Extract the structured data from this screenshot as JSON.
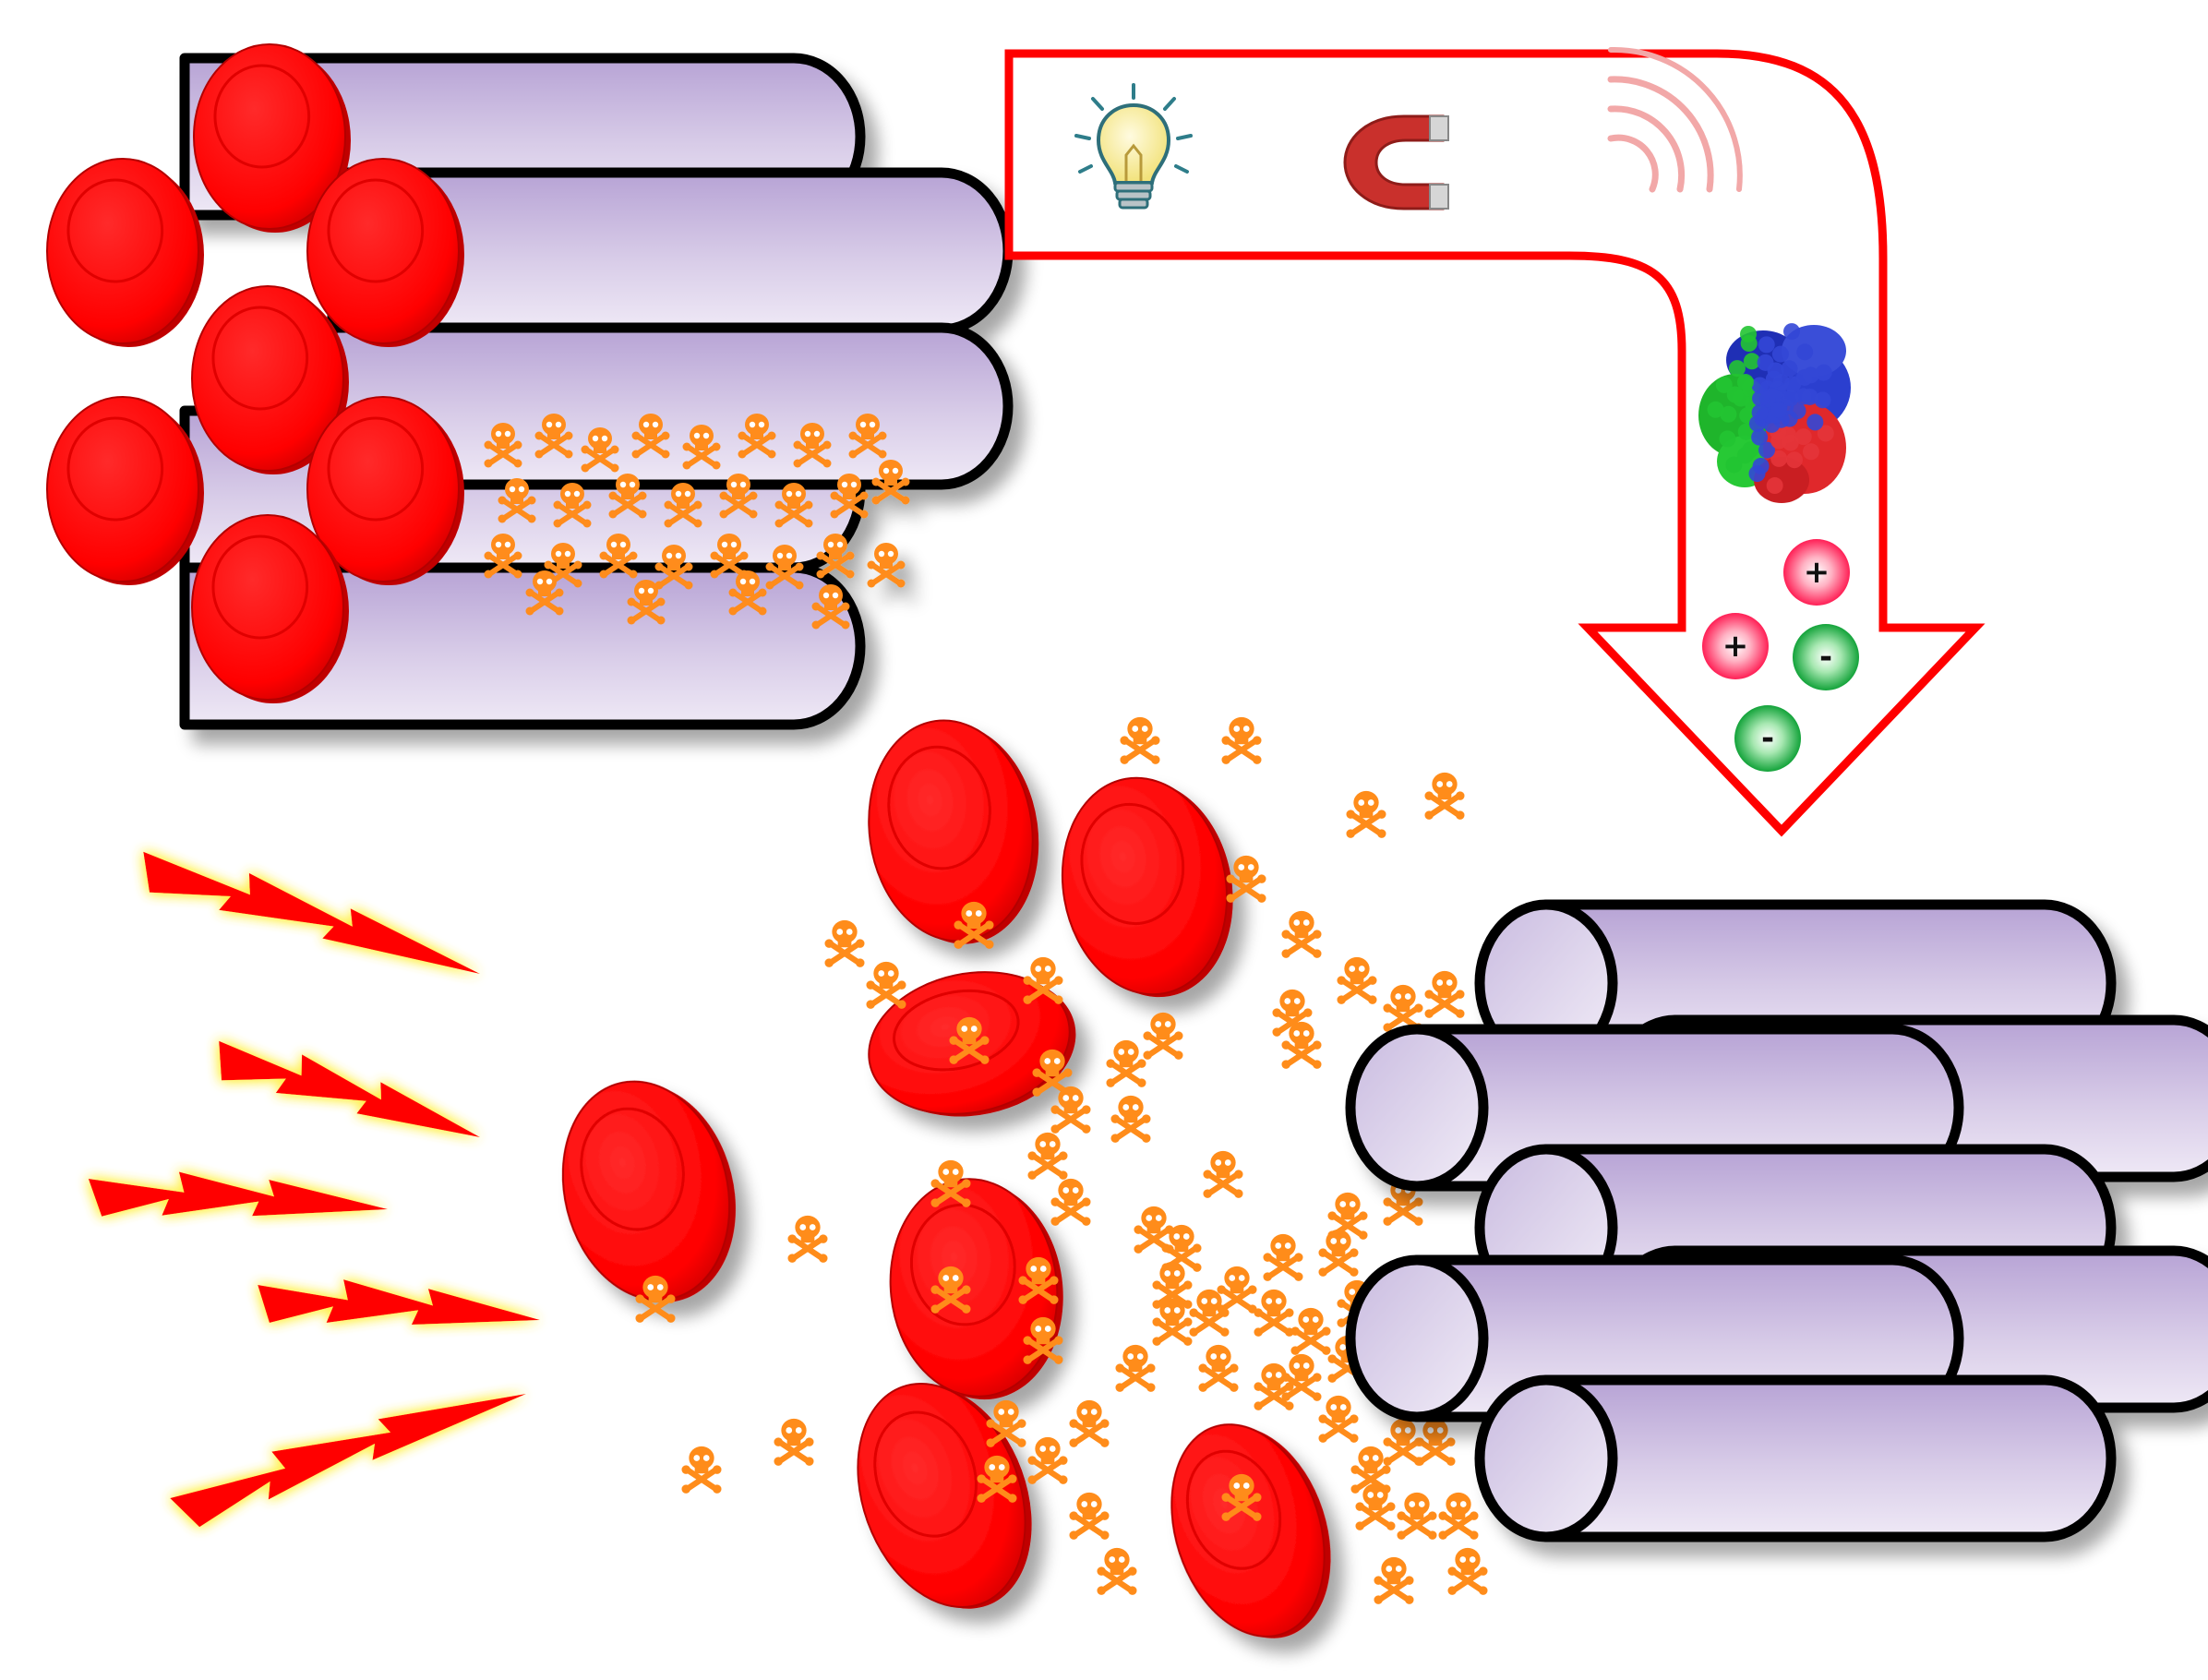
{
  "colors": {
    "cap": "#ff0000",
    "cap_edge": "#cc0000",
    "tube_top": "#b9a6d6",
    "tube_mid": "#d6cae8",
    "tube_light": "#ece6f4",
    "outline": "#000000",
    "skull": "#ff8c1a",
    "arrow_border": "#ff0000",
    "bolt": "#ff0000",
    "bolt_glow": "#fff36a",
    "ion_positive": "#ff2255",
    "ion_negative": "#17a83a"
  },
  "stimuli": {
    "icons": [
      "light-bulb-icon",
      "magnet-icon",
      "sound-wave-icon",
      "protein-icon"
    ],
    "ions": [
      {
        "charge": "positive",
        "sign": "+"
      },
      {
        "charge": "positive",
        "sign": "+"
      },
      {
        "charge": "negative",
        "sign": "-"
      },
      {
        "charge": "negative",
        "sign": "-"
      }
    ]
  },
  "states": [
    {
      "name": "capped-bundle-loaded",
      "caps": 7,
      "cargo": "skull-molecules"
    },
    {
      "name": "uncapped-bundle-release",
      "caps_removed": 7,
      "cargo": "skull-molecules"
    }
  ],
  "lightning_bolts": 5
}
